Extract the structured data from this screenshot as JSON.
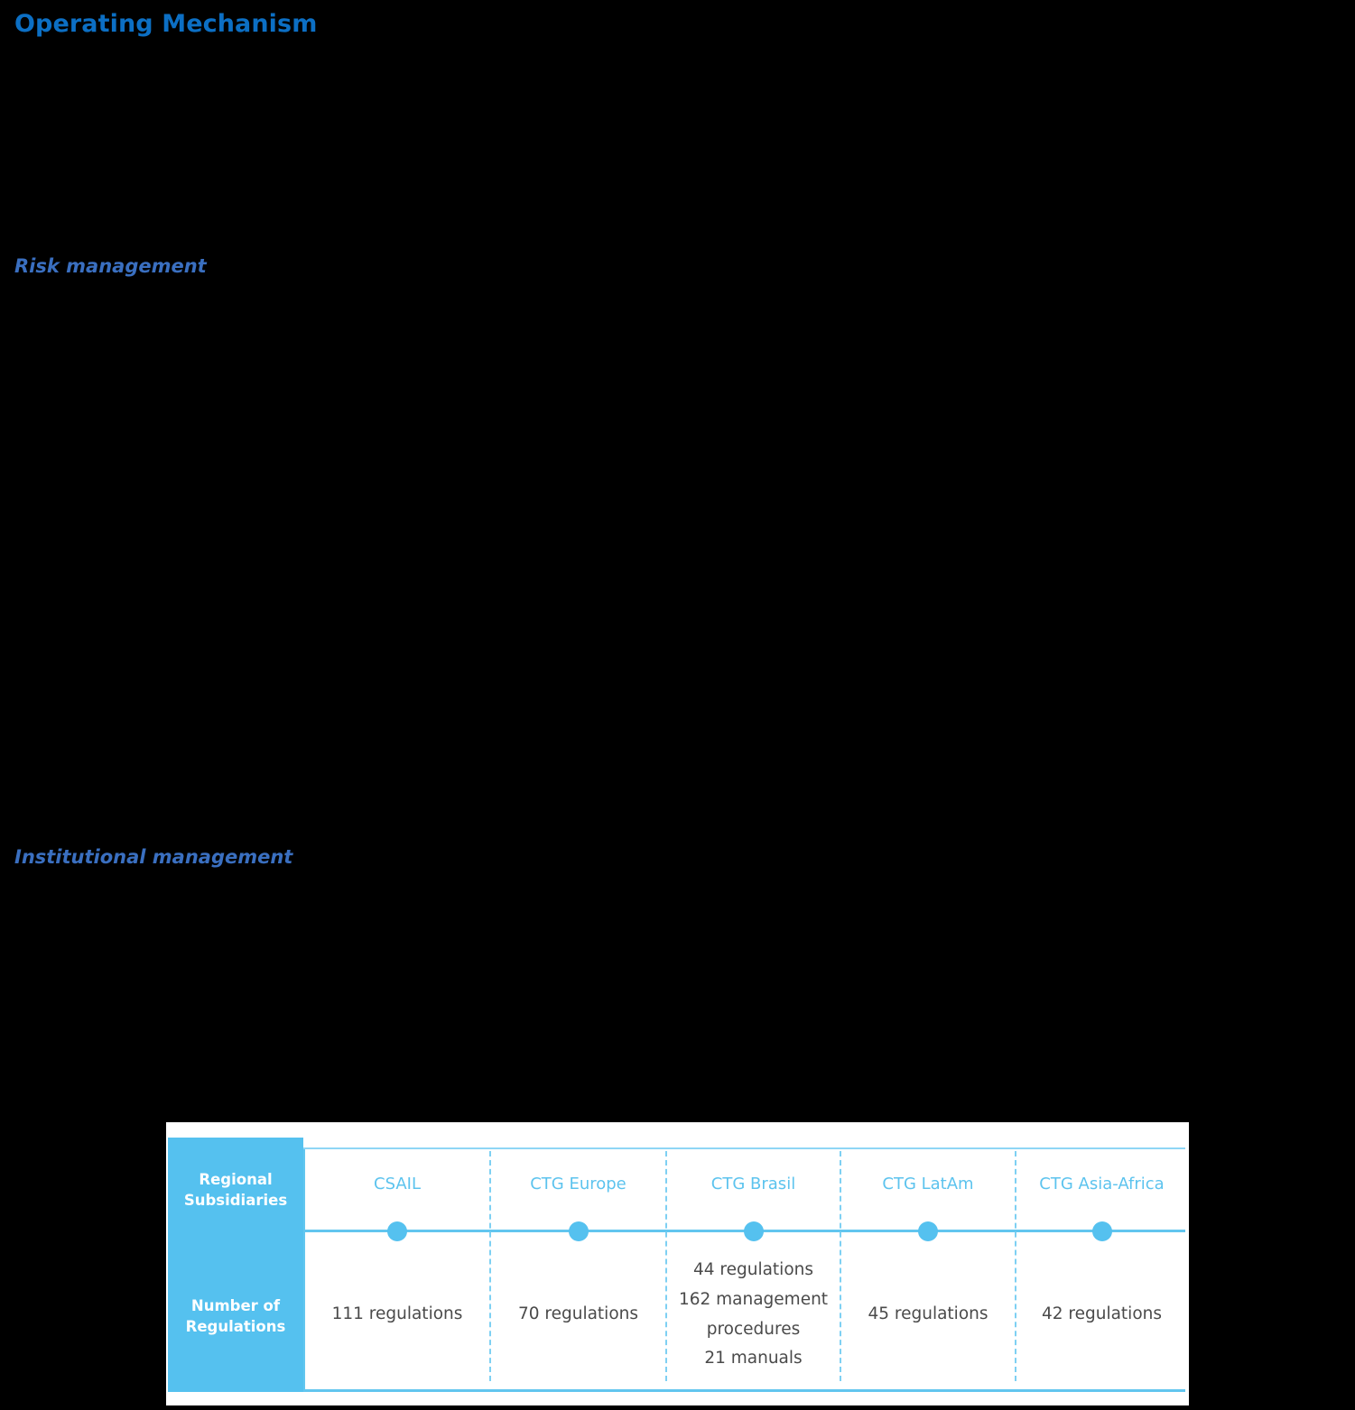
{
  "slide": {
    "title": "Operating Mechanism",
    "sections": [
      {
        "id": "risk",
        "label": "Risk management"
      },
      {
        "id": "institutional",
        "label": "Institutional management"
      }
    ]
  },
  "colors": {
    "title_blue": "#0c6fc4",
    "heading_blue": "#3a6fc0",
    "accent_light_blue": "#55c1ef",
    "header_text_blue": "#5cc3ee",
    "body_gray": "#4a4a4a",
    "panel_white": "#ffffff",
    "background_black": "#000000"
  },
  "table": {
    "row_labels": [
      {
        "line1": "Regional",
        "line2": "Subsidiaries"
      },
      {
        "line1": "Number of",
        "line2": "Regulations"
      }
    ],
    "columns": [
      {
        "header": "CSAIL",
        "values": [
          "111 regulations"
        ]
      },
      {
        "header": "CTG Europe",
        "values": [
          "70 regulations"
        ]
      },
      {
        "header": "CTG Brasil",
        "values": [
          "44 regulations",
          "162 management",
          "procedures",
          "21 manuals"
        ]
      },
      {
        "header": "CTG LatAm",
        "values": [
          "45 regulations"
        ]
      },
      {
        "header": "CTG Asia-Africa",
        "values": [
          "42 regulations"
        ]
      }
    ]
  },
  "chart_data": {
    "type": "table",
    "title": "Operating Mechanism",
    "categories": [
      "CSAIL",
      "CTG Europe",
      "CTG Brasil",
      "CTG LatAm",
      "CTG Asia-Africa"
    ],
    "series": [
      {
        "name": "Regulations",
        "values": [
          111,
          70,
          44,
          45,
          42
        ]
      },
      {
        "name": "Management procedures",
        "values": [
          null,
          null,
          162,
          null,
          null
        ]
      },
      {
        "name": "Manuals",
        "values": [
          null,
          null,
          21,
          null,
          null
        ]
      }
    ],
    "row_headers": [
      "Regional Subsidiaries",
      "Number of Regulations"
    ],
    "xlabel": "Regional Subsidiaries",
    "ylabel": "Number of Regulations",
    "grid": false,
    "legend": "none"
  }
}
